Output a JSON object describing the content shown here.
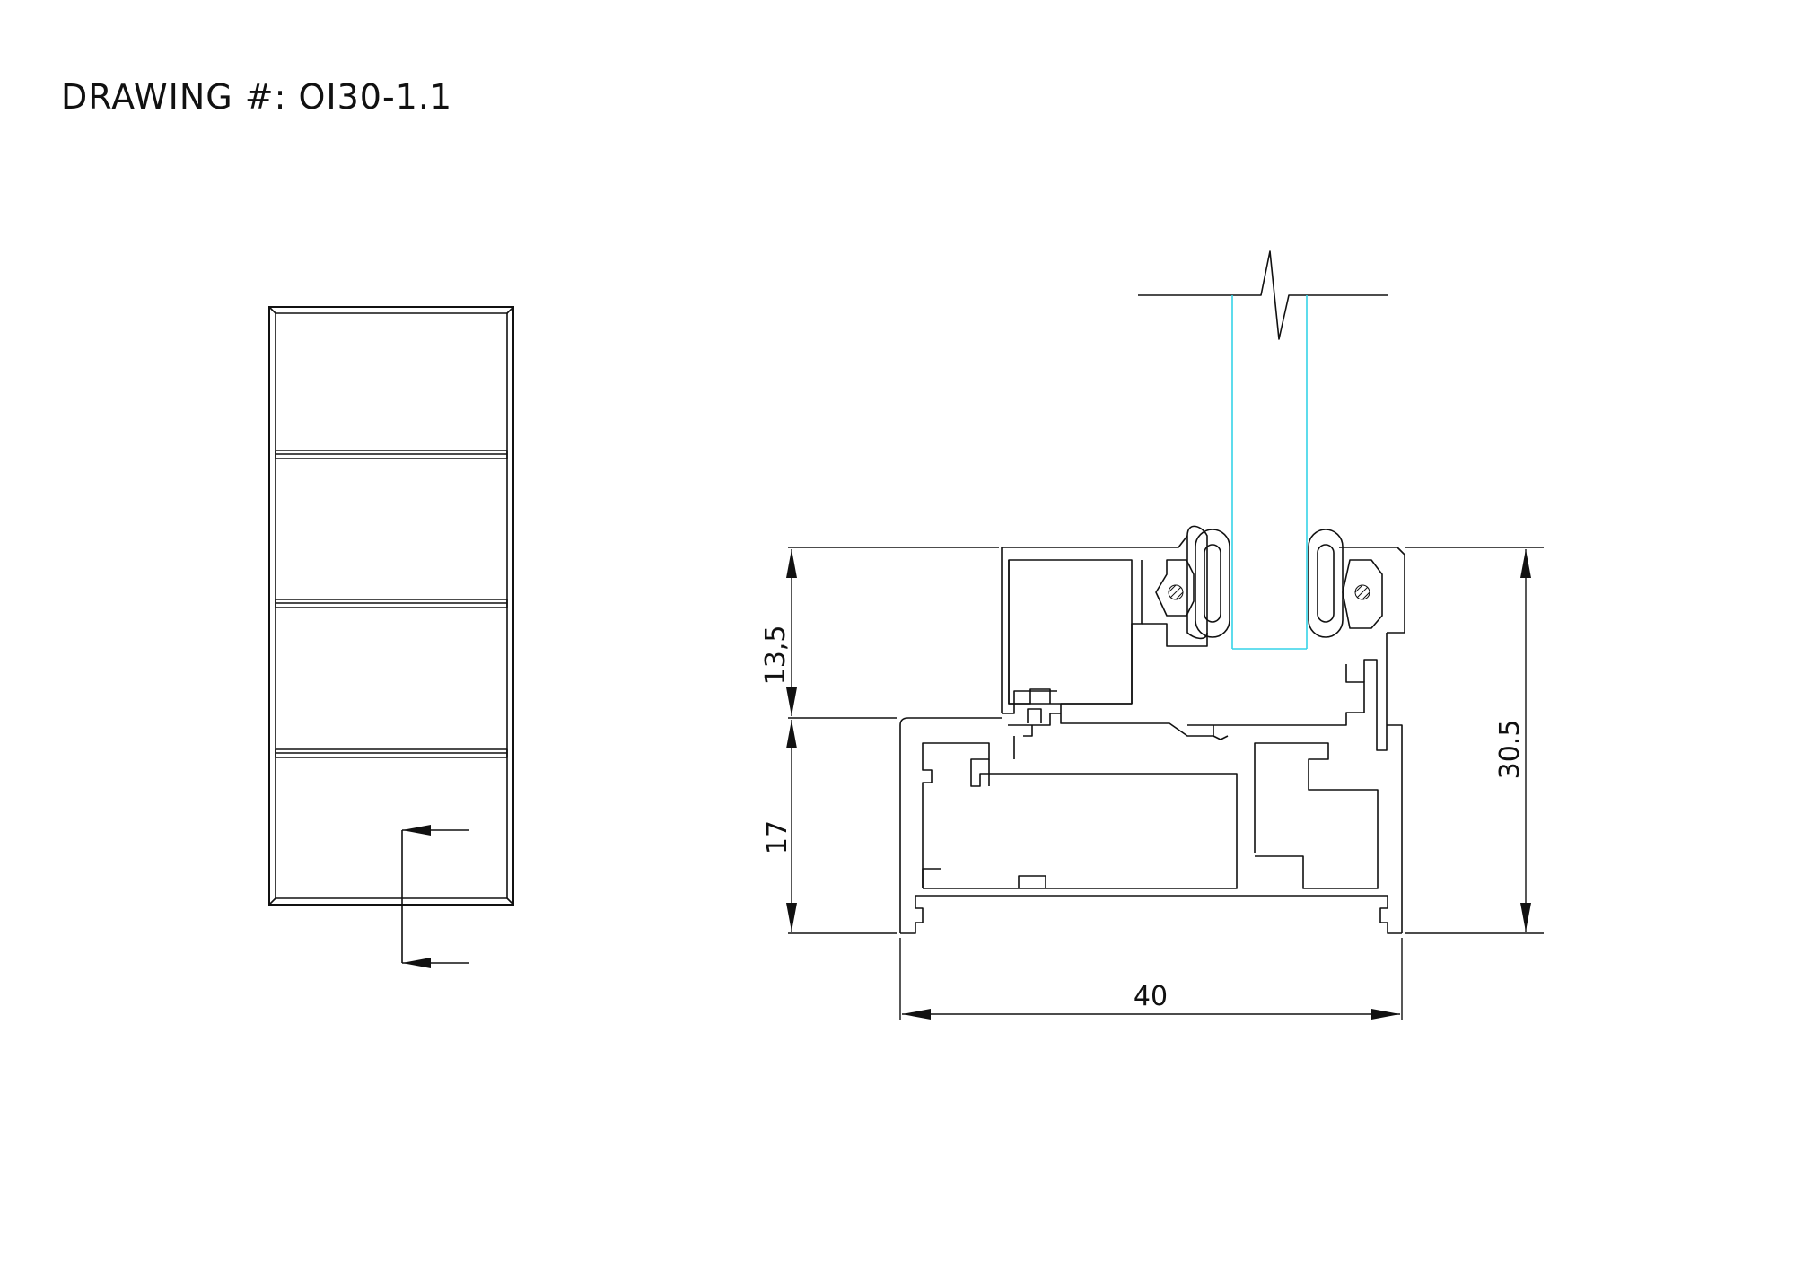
{
  "header": {
    "drawing_number": "DRAWING #: OI30-1.1"
  },
  "dimensions": {
    "upper_height": "13,5",
    "lower_height": "17",
    "total_height": "30.5",
    "width": "40"
  },
  "colors": {
    "lines": "#111111",
    "glass": "#35d4e8",
    "background": "#ffffff"
  }
}
